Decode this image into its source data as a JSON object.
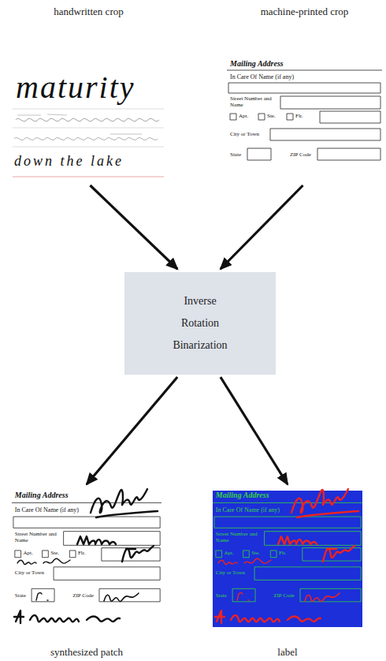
{
  "diagram": {
    "nodes": [
      {
        "text": [
          "handwritten crop"
        ]
      },
      {
        "text": [
          "machine-printed crop"
        ]
      },
      {
        "text": [
          "Inverse Rotation Binarization"
        ]
      },
      {
        "text": [
          "synthesized patch"
        ]
      },
      {
        "text": [
          "label"
        ]
      }
    ],
    "edges": [
      {
        "from": 0,
        "to": 2,
        "arrow": "to"
      },
      {
        "from": 1,
        "to": 2,
        "arrow": "to"
      },
      {
        "from": 2,
        "to": 3,
        "arrow": "to"
      },
      {
        "from": 2,
        "to": 4,
        "arrow": "to"
      }
    ],
    "labels": [
      "maturity",
      "down the lake",
      "Mailing Address",
      "In Care Of Name (if any)",
      "Street Number and Name",
      "Apt.",
      "Ste.",
      "Flr.",
      "City or Town",
      "State",
      "ZIP Code",
      "Mailing Address",
      "In Care Of Name (if any)",
      "Street Number and Name",
      "Apt.",
      "Ste.",
      "Flr.",
      "City or Town",
      "State",
      "ZIP Code",
      "Mailing Address",
      "In Care Of Name (if any)",
      "Street Number and Name",
      "Apt.",
      "Ste.",
      "Flr.",
      "City or Town",
      "State",
      "ZIP Code"
    ]
  }
}
